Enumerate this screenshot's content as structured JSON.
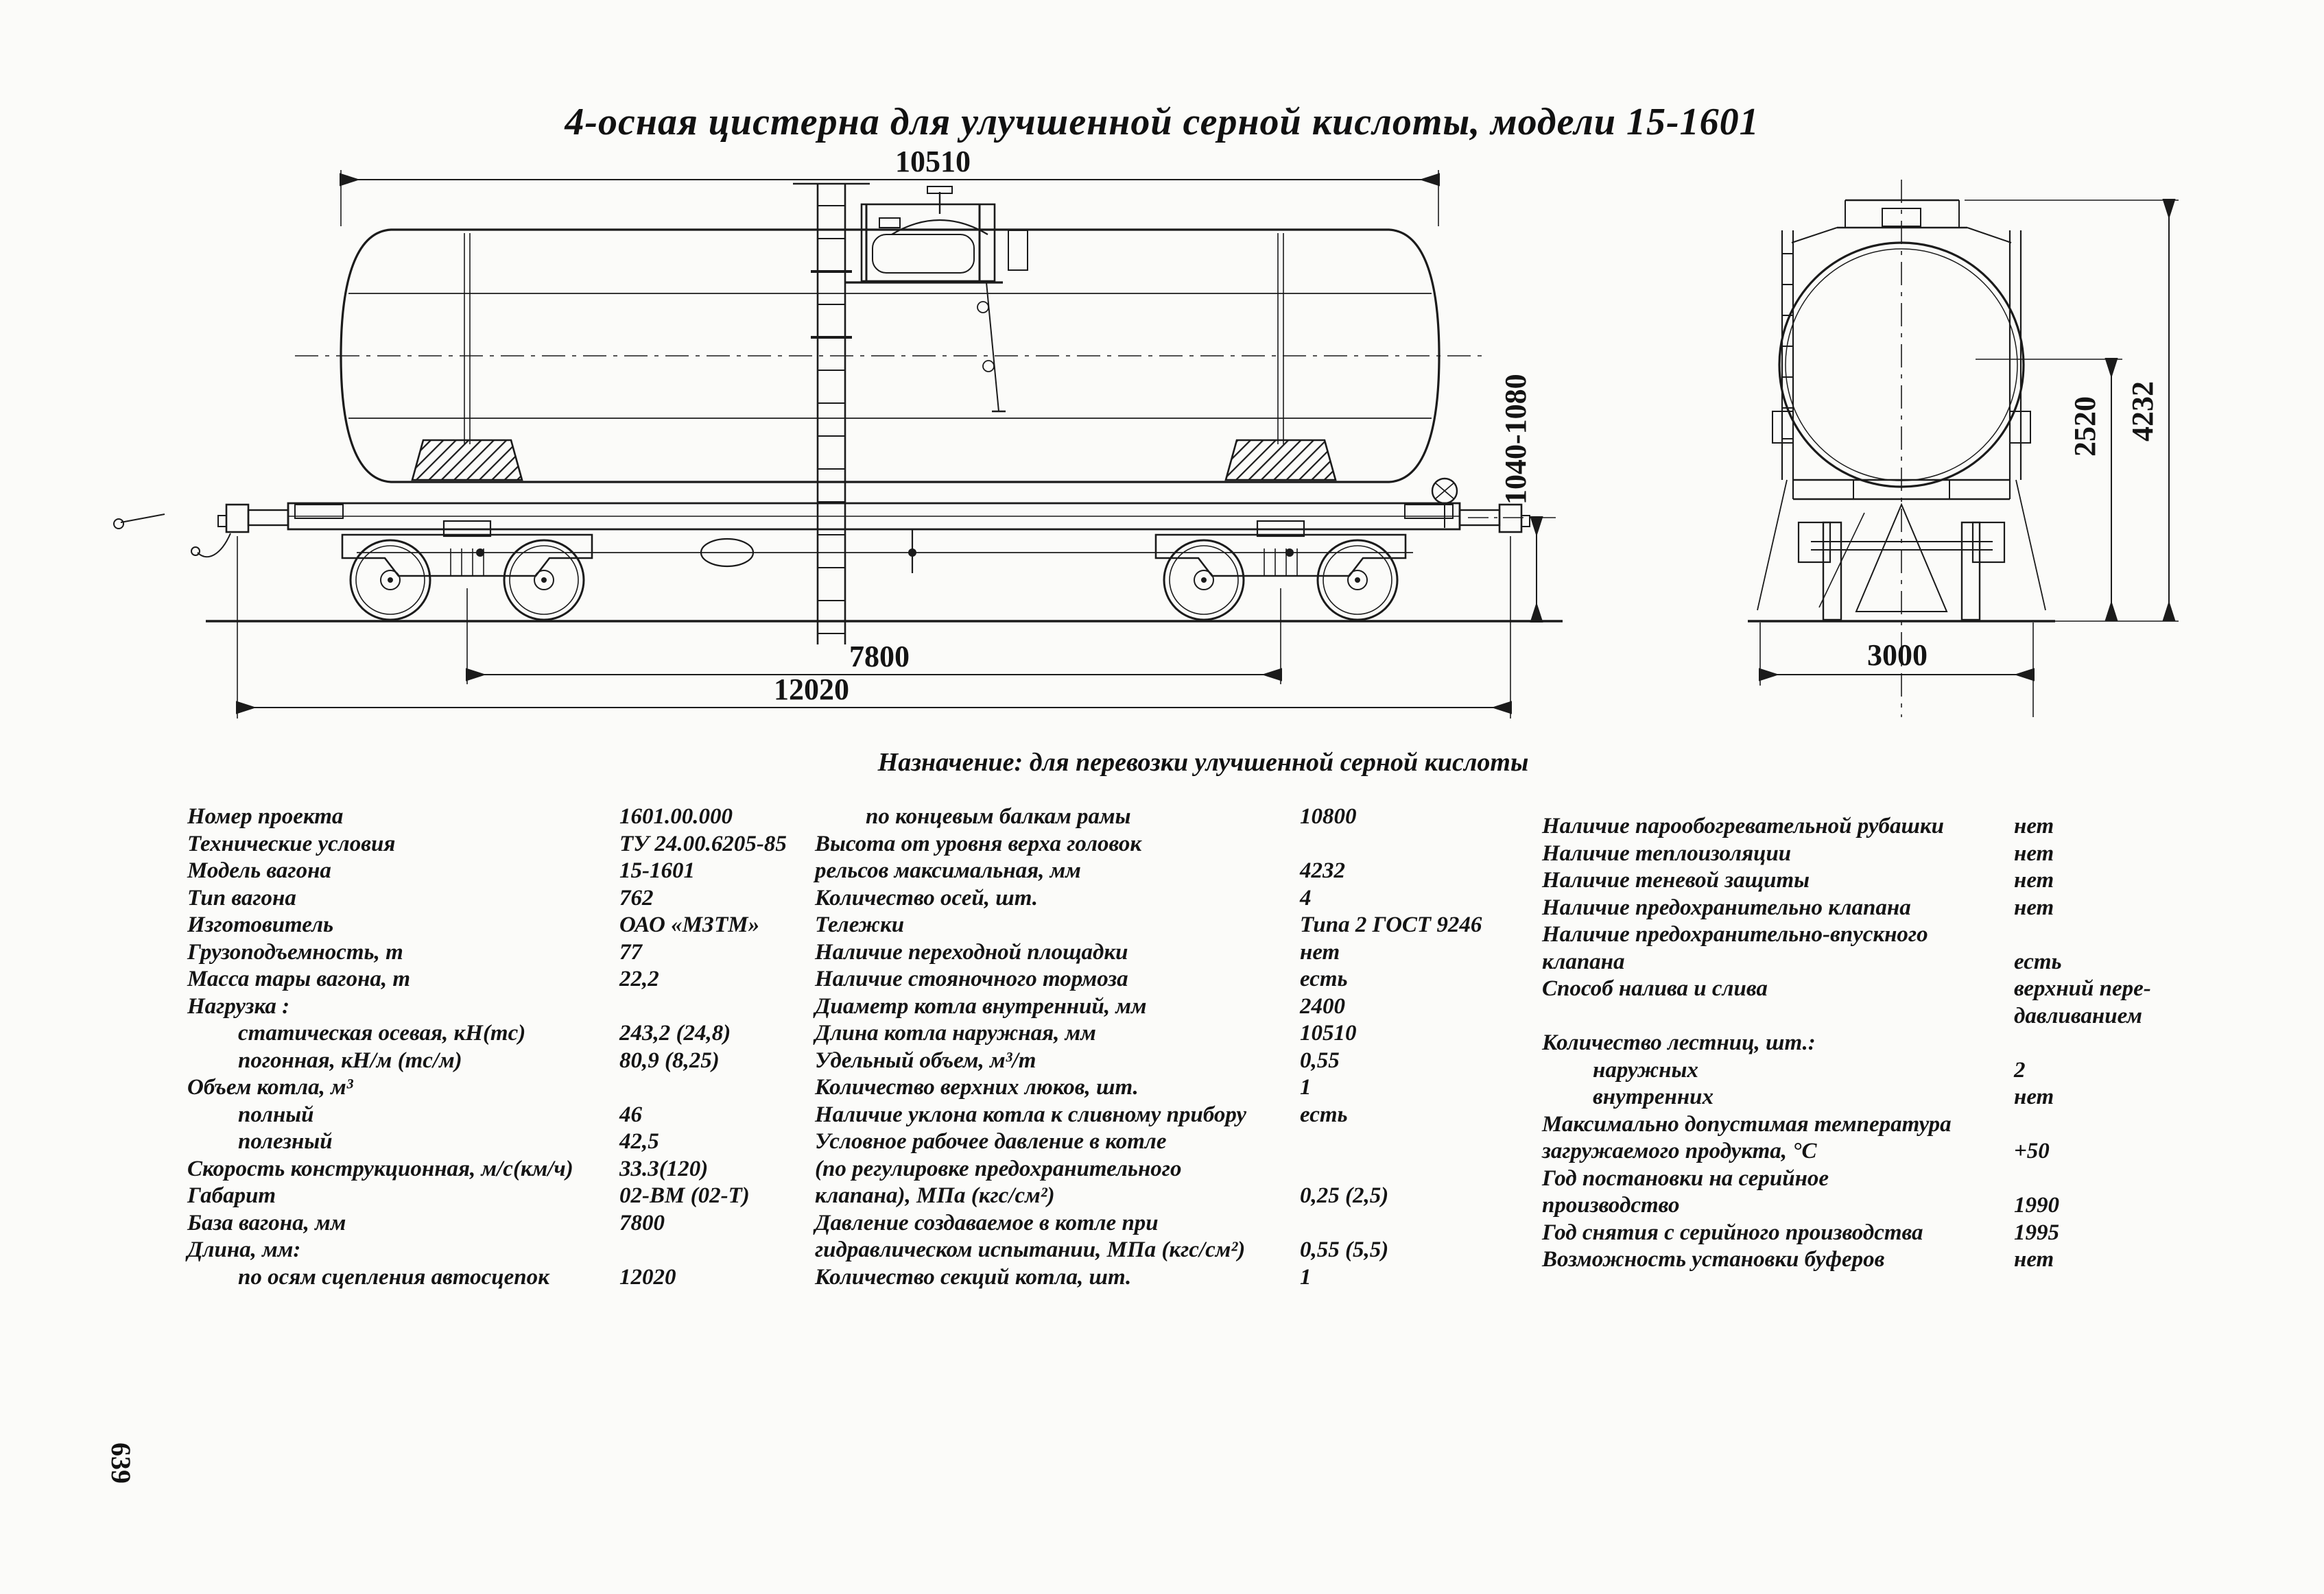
{
  "page": {
    "title": "4-осная цистерна для улучшенной серной кислоты, модели 15-1601",
    "subtitle": "Назначение: для перевозки улучшенной серной кислоты",
    "page_number": "639"
  },
  "drawing": {
    "side_dims": {
      "tank_length": "10510",
      "frame_height": "1040-1080",
      "bogie_base": "7800",
      "length_over_couplers": "12020"
    },
    "end_dims": {
      "max_height": "4232",
      "axis_height": "2520",
      "width": "3000"
    }
  },
  "specs": {
    "col1": [
      {
        "label": "Номер проекта",
        "value": "1601.00.000",
        "indent": 0
      },
      {
        "label": "Технические условия",
        "value": "ТУ 24.00.6205-85",
        "indent": 0
      },
      {
        "label": "Модель вагона",
        "value": "15-1601",
        "indent": 0
      },
      {
        "label": "Тип вагона",
        "value": "762",
        "indent": 0
      },
      {
        "label": "Изготовитель",
        "value": "ОАО «МЗТМ»",
        "indent": 0
      },
      {
        "label": "Грузоподъемность, т",
        "value": "77",
        "indent": 0
      },
      {
        "label": "Масса тары вагона, т",
        "value": "22,2",
        "indent": 0
      },
      {
        "label": "Нагрузка :",
        "value": "",
        "indent": 0
      },
      {
        "label": "статическая осевая, кН(тс)",
        "value": "243,2 (24,8)",
        "indent": 1
      },
      {
        "label": "погонная, кН/м (тс/м)",
        "value": "80,9 (8,25)",
        "indent": 1
      },
      {
        "label": "Объем котла, м³",
        "value": "",
        "indent": 0
      },
      {
        "label": "полный",
        "value": "46",
        "indent": 1
      },
      {
        "label": "полезный",
        "value": "42,5",
        "indent": 1
      },
      {
        "label": "Скорость конструкционная, м/с(км/ч)",
        "value": "33.3(120)",
        "indent": 0
      },
      {
        "label": "Габарит",
        "value": "02-ВМ (02-Т)",
        "indent": 0
      },
      {
        "label": "База вагона, мм",
        "value": "7800",
        "indent": 0
      },
      {
        "label": "Длина, мм:",
        "value": "",
        "indent": 0
      },
      {
        "label": "по осям сцепления автосцепок",
        "value": "12020",
        "indent": 1
      }
    ],
    "col2": [
      {
        "label": "по концевым балкам рамы",
        "value": "10800",
        "indent": 1
      },
      {
        "label": "Высота от уровня верха головок",
        "value": "",
        "indent": 0
      },
      {
        "label": "рельсов максимальная, мм",
        "value": "4232",
        "indent": 0
      },
      {
        "label": "Количество осей, шт.",
        "value": "4",
        "indent": 0
      },
      {
        "label": "Тележки",
        "value": "Типа 2 ГОСТ 9246",
        "indent": 0
      },
      {
        "label": "Наличие переходной площадки",
        "value": "нет",
        "indent": 0
      },
      {
        "label": "Наличие стояночного тормоза",
        "value": "есть",
        "indent": 0
      },
      {
        "label": "Диаметр котла внутренний, мм",
        "value": "2400",
        "indent": 0
      },
      {
        "label": "Длина котла наружная, мм",
        "value": "10510",
        "indent": 0
      },
      {
        "label": "Удельный объем, м³/т",
        "value": "0,55",
        "indent": 0
      },
      {
        "label": "Количество верхних люков, шт.",
        "value": "1",
        "indent": 0
      },
      {
        "label": "Наличие уклона котла к сливному прибору",
        "value": "есть",
        "indent": 0
      },
      {
        "label": "Условное рабочее давление в котле",
        "value": "",
        "indent": 0
      },
      {
        "label": "(по регулировке предохранительного",
        "value": "",
        "indent": 0
      },
      {
        "label": "клапана), МПа (кгс/см²)",
        "value": "0,25 (2,5)",
        "indent": 0
      },
      {
        "label": "Давление создаваемое в котле при",
        "value": "",
        "indent": 0
      },
      {
        "label": "гидравлическом испытании, МПа (кгс/см²)",
        "value": "0,55 (5,5)",
        "indent": 0
      },
      {
        "label": "Количество секций котла, шт.",
        "value": "1",
        "indent": 0
      }
    ],
    "col3": [
      {
        "label": "Наличие парообогревательной рубашки",
        "value": "нет",
        "indent": 0
      },
      {
        "label": "Наличие теплоизоляции",
        "value": "нет",
        "indent": 0
      },
      {
        "label": "Наличие теневой защиты",
        "value": "нет",
        "indent": 0
      },
      {
        "label": "Наличие предохранительно клапана",
        "value": "нет",
        "indent": 0
      },
      {
        "label": "Наличие предохранительно-впускного",
        "value": "",
        "indent": 0
      },
      {
        "label": "клапана",
        "value": "есть",
        "indent": 0
      },
      {
        "label": "Способ налива и слива",
        "value": "верхний пере-",
        "indent": 0
      },
      {
        "label": "",
        "value": "давливанием",
        "indent": 0
      },
      {
        "label": "Количество лестниц, шт.:",
        "value": "",
        "indent": 0
      },
      {
        "label": "наружных",
        "value": "2",
        "indent": 1
      },
      {
        "label": "внутренних",
        "value": "нет",
        "indent": 1
      },
      {
        "label": "Максимально допустимая температура",
        "value": "",
        "indent": 0
      },
      {
        "label": "загружаемого продукта, °С",
        "value": "+50",
        "indent": 0
      },
      {
        "label": "Год постановки на серийное",
        "value": "",
        "indent": 0
      },
      {
        "label": "производство",
        "value": "1990",
        "indent": 0
      },
      {
        "label": "Год снятия с серийного производства",
        "value": "1995",
        "indent": 0
      },
      {
        "label": "Возможность установки буферов",
        "value": "нет",
        "indent": 0
      }
    ]
  }
}
